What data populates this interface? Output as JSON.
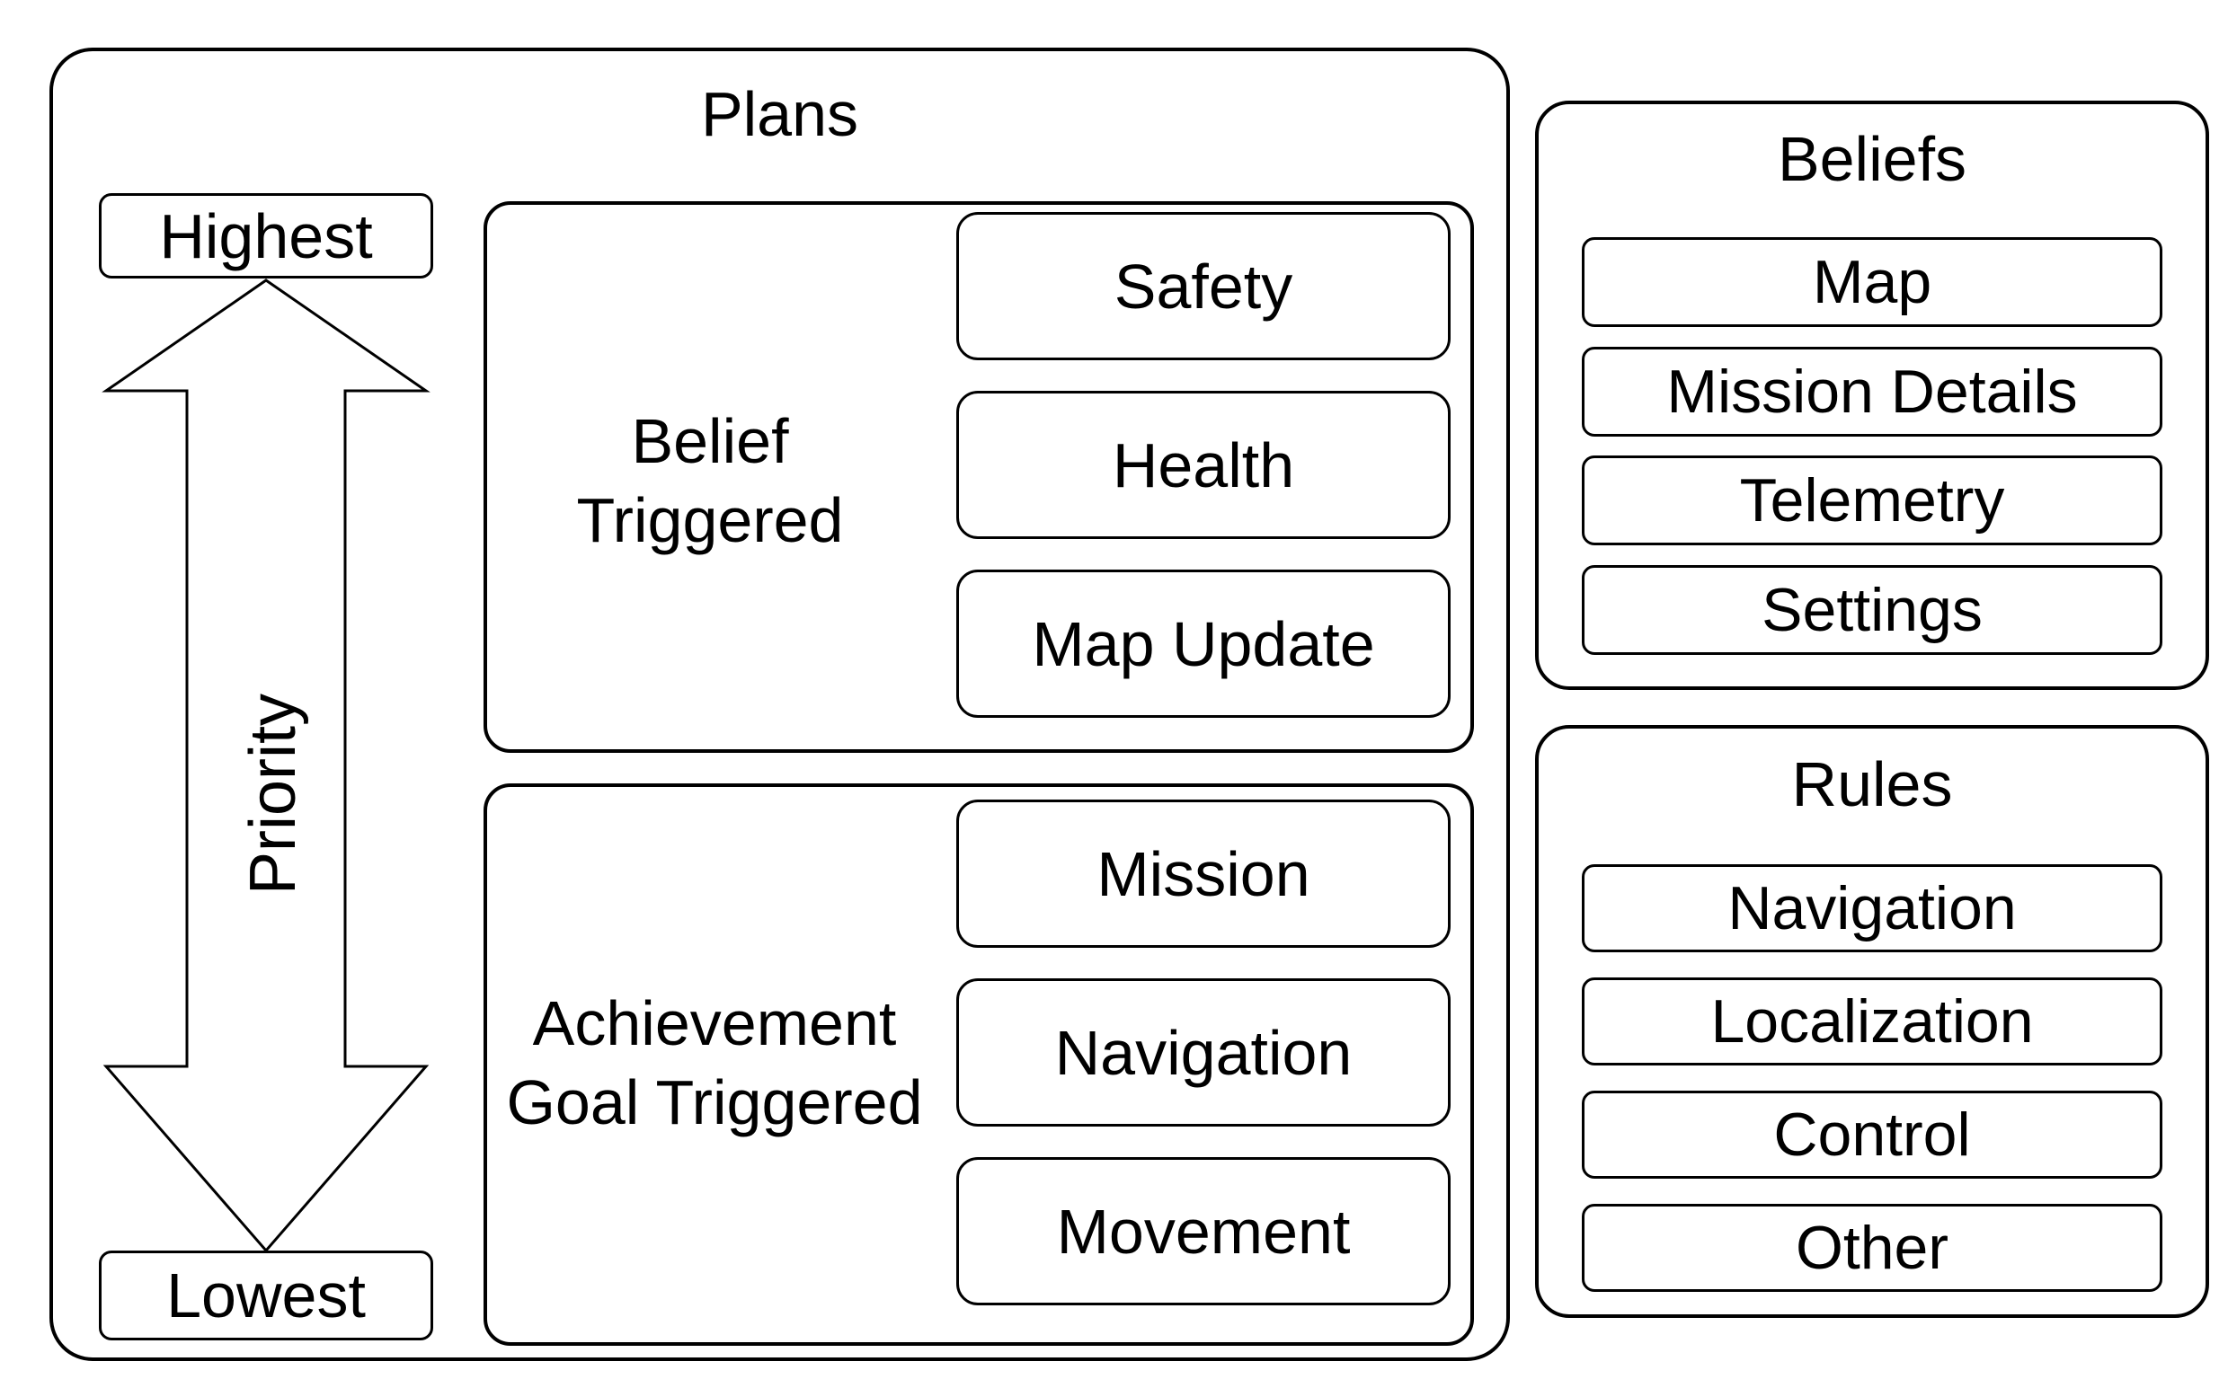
{
  "plans": {
    "title": "Plans",
    "priority_label": "Priority",
    "highest_label": "Highest",
    "lowest_label": "Lowest",
    "groups": [
      {
        "label_line1": "Belief",
        "label_line2": "Triggered",
        "items": [
          "Safety",
          "Health",
          "Map Update"
        ]
      },
      {
        "label_line1": "Achievement",
        "label_line2": "Goal Triggered",
        "items": [
          "Mission",
          "Navigation",
          "Movement"
        ]
      }
    ]
  },
  "beliefs": {
    "title": "Beliefs",
    "items": [
      "Map",
      "Mission Details",
      "Telemetry",
      "Settings"
    ]
  },
  "rules": {
    "title": "Rules",
    "items": [
      "Navigation",
      "Localization",
      "Control",
      "Other"
    ]
  },
  "colors": {
    "outline": "#000000",
    "background": "#ffffff",
    "text": "#000000"
  }
}
